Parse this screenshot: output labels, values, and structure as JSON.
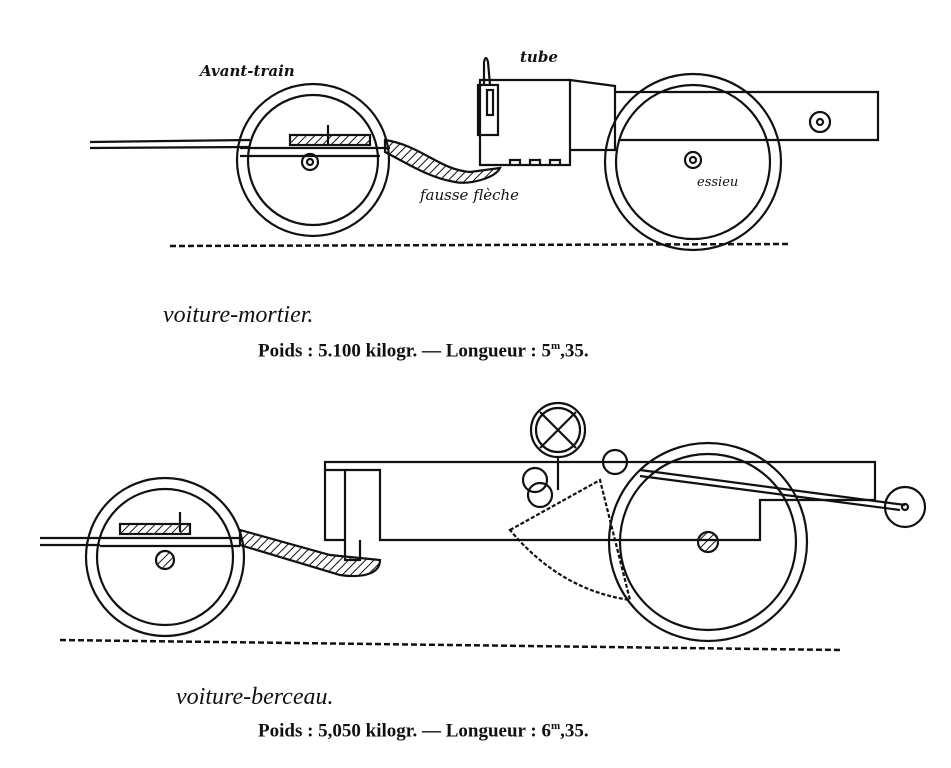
{
  "figure_top": {
    "labels": {
      "avant_train": "Avant-train",
      "tube": "tube",
      "fausse_fleche": "fausse flèche",
      "essieu": "essieu"
    },
    "title": "voiture-mortier.",
    "spec": {
      "weight": "Poids : 5.100 kilogr. — Longueur : ",
      "length_int": "5",
      "length_unit": "m",
      "length_dec": ",35."
    }
  },
  "figure_bottom": {
    "title": "voiture-berceau.",
    "spec": {
      "weight": "Poids : 5,050 kilogr. — Longueur : ",
      "length_int": "6",
      "length_unit": "m",
      "length_dec": ",35."
    }
  }
}
